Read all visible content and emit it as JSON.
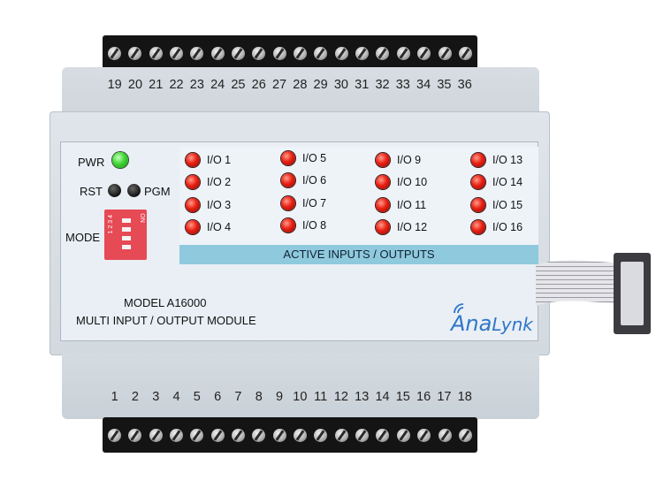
{
  "terminals": {
    "top_numbers": [
      "19",
      "20",
      "21",
      "22",
      "23",
      "24",
      "25",
      "26",
      "27",
      "28",
      "29",
      "30",
      "31",
      "32",
      "33",
      "34",
      "35",
      "36"
    ],
    "bottom_numbers": [
      "1",
      "2",
      "3",
      "4",
      "5",
      "6",
      "7",
      "8",
      "9",
      "10",
      "11",
      "12",
      "13",
      "14",
      "15",
      "16",
      "17",
      "18"
    ]
  },
  "controls": {
    "pwr_label": "PWR",
    "rst_label": "RST",
    "pgm_label": "PGM",
    "mode_label": "MODE",
    "dip_numbers": "1 2 3 4",
    "dip_on": "ON"
  },
  "io": {
    "labels": [
      "I/O 1",
      "I/O 2",
      "I/O 3",
      "I/O 4",
      "I/O 5",
      "I/O 6",
      "I/O 7",
      "I/O 8",
      "I/O 9",
      "I/O 10",
      "I/O 11",
      "I/O 12",
      "I/O 13",
      "I/O 14",
      "I/O 15",
      "I/O 16"
    ],
    "bar_label": "ACTIVE INPUTS / OUTPUTS",
    "led_color": "#e81f12"
  },
  "branding": {
    "model": "MODEL A16000",
    "module": "MULTI INPUT / OUTPUT MODULE",
    "brand_ana": "Ana",
    "brand_lynk": "Lynk",
    "brand_color": "#2f76c8"
  },
  "pwr_led_color": "#3fd635"
}
